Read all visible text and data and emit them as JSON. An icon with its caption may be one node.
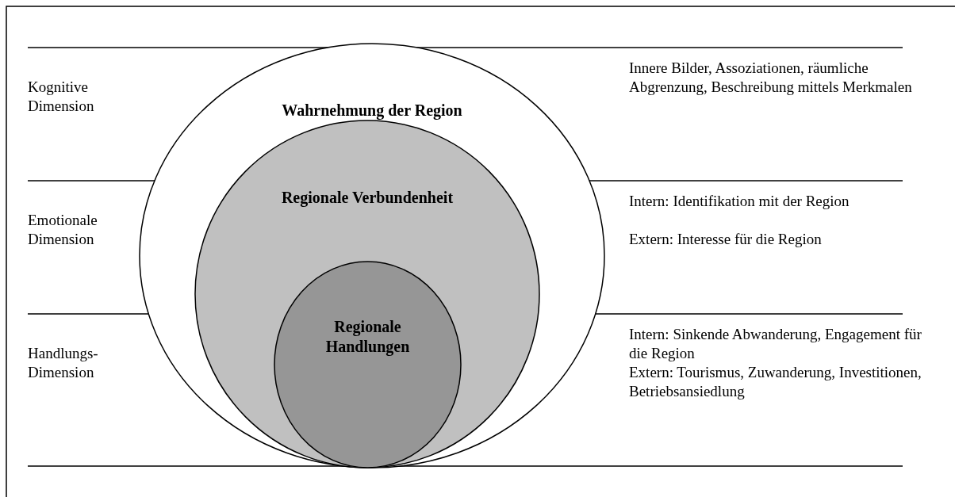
{
  "diagram": {
    "nodes": [
      {
        "text": [
          "Wahrnehmung der Region"
        ]
      },
      {
        "text": [
          "Regionale Verbundenheit"
        ],
        "in": 0
      },
      {
        "text": [
          "Regionale Handlungen"
        ],
        "in": 1
      }
    ],
    "labels": [
      "Kognitive Dimension",
      "Innere Bilder, Assoziationen, räumliche Abgrenzung, Beschreibung mittels Merkmalen",
      "Emotionale Dimension",
      "Intern: Identifikation mit der Region",
      "Extern: Interesse für die Region",
      "Handlungs- Dimension",
      "Intern: Sinkende Abwanderung, Engagement für die Region",
      "Extern: Tourismus, Zuwanderung, Investitionen, Betriebsansiedlung"
    ]
  }
}
